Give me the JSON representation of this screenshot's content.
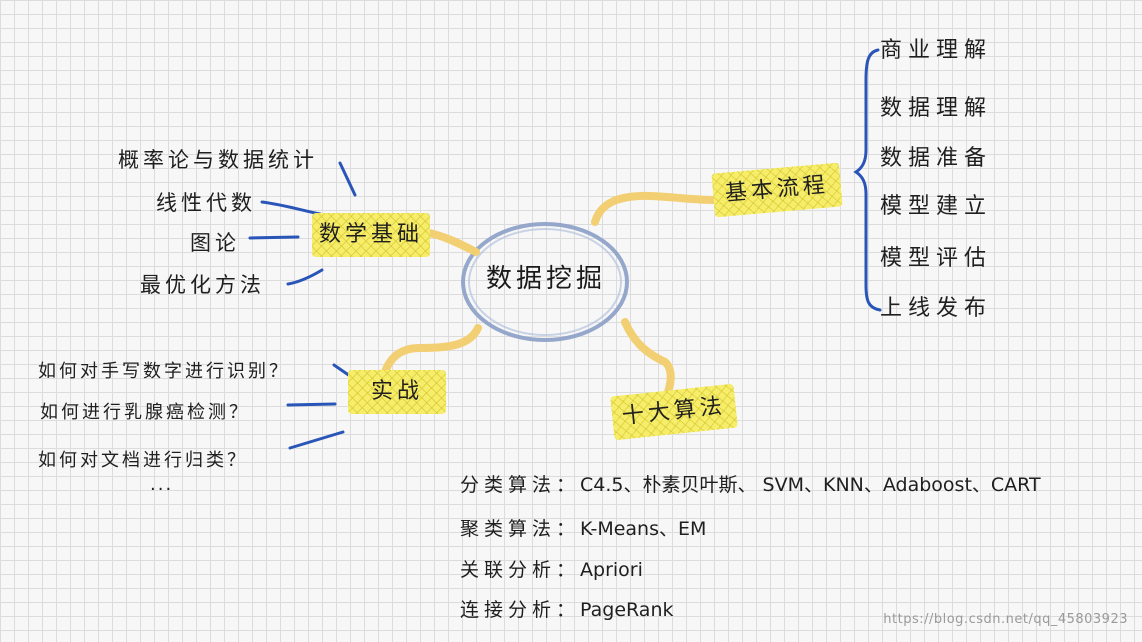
{
  "center": "数据挖掘",
  "branches": {
    "math": {
      "label": "数学基础",
      "items": [
        "概率论与数据统计",
        "线性代数",
        "图论",
        "最优化方法"
      ]
    },
    "process": {
      "label": "基本流程",
      "items": [
        "商业理解",
        "数据理解",
        "数据准备",
        "模型建立",
        "模型评估",
        "上线发布"
      ]
    },
    "practice": {
      "label": "实战",
      "items": [
        "如何对手写数字进行识别？",
        "如何进行乳腺癌检测？",
        "如何对文档进行归类？",
        "..."
      ]
    },
    "algorithms": {
      "label": "十大算法",
      "rows": [
        {
          "key": "分类算法：",
          "value": "C4.5、朴素贝叶斯、 SVM、KNN、Adaboost、CART"
        },
        {
          "key": "聚类算法：",
          "value": "K-Means、EM"
        },
        {
          "key": "关联分析：",
          "value": "Apriori"
        },
        {
          "key": "连接分析：",
          "value": "PageRank"
        }
      ]
    }
  },
  "watermark": "https://blog.csdn.net/qq_45803923",
  "colors": {
    "background": "#f7f7f7",
    "grid": "#dcdcdc",
    "highlight": "#f6ee6a",
    "connector": "#f2cf73",
    "bracket": "#2a55b8",
    "center_circle": "#8fa3c9"
  }
}
